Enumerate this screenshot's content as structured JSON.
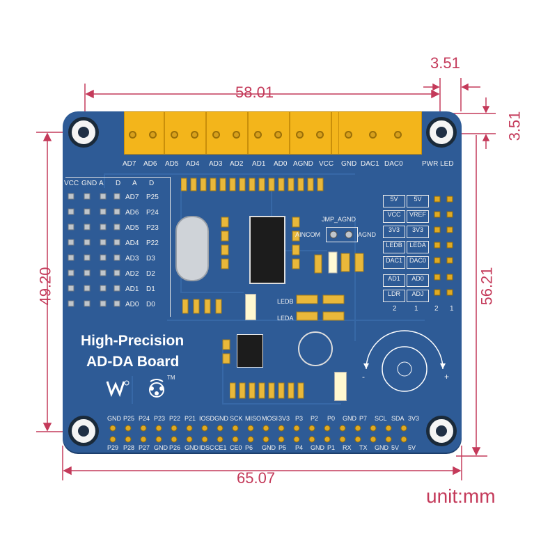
{
  "dimensions": {
    "top_width": "58.01",
    "corner_offset_x": "3.51",
    "corner_offset_y": "3.51",
    "left_height": "49.20",
    "right_height": "56.21",
    "bottom_width": "65.07",
    "unit": "unit:mm"
  },
  "board": {
    "title_line1": "High-Precision",
    "title_line2": "AD-DA Board",
    "top_labels": [
      "AD7",
      "AD6",
      "AD5",
      "AD4",
      "AD3",
      "AD2",
      "AD1",
      "AD0",
      "AGND",
      "VCC",
      "GND",
      "DAC1",
      "DAC0"
    ],
    "pwr_led": "PWR LED",
    "left_header": [
      "VCC",
      "GND",
      "A",
      "D",
      "A",
      "D"
    ],
    "left_rows": [
      [
        "AD7",
        "P25"
      ],
      [
        "AD6",
        "P24"
      ],
      [
        "AD5",
        "P23"
      ],
      [
        "AD4",
        "P22"
      ],
      [
        "AD3",
        "D3"
      ],
      [
        "AD2",
        "D2"
      ],
      [
        "AD1",
        "D1"
      ],
      [
        "AD0",
        "D0"
      ]
    ],
    "jmp_label": "JMP_AGND",
    "aincom": "AINCOM",
    "agnd": "AGND",
    "right_boxes": [
      [
        "5V",
        "5V"
      ],
      [
        "VCC",
        "VREF"
      ],
      [
        "3V3",
        "3V3"
      ],
      [
        "LEDB",
        "LEDA"
      ],
      [
        "DAC1",
        "DAC0"
      ],
      [
        "AD1",
        "AD0"
      ],
      [
        "LDR",
        "ADJ"
      ]
    ],
    "right_nums": [
      "2",
      "1",
      "2",
      "1"
    ],
    "ledb": "LEDB",
    "leda": "LEDA",
    "pot_minus": "-",
    "pot_plus": "+",
    "tm": "TM",
    "bottom_row1": [
      "GND",
      "P25",
      "P24",
      "P23",
      "P22",
      "P21",
      "IOSD",
      "GND",
      "SCK",
      "MISO",
      "MOSI",
      "3V3",
      "P3",
      "P2",
      "P0",
      "GND",
      "P7",
      "SCL",
      "SDA",
      "3V3"
    ],
    "bottom_row2": [
      "P29",
      "P28",
      "P27",
      "GND",
      "P26",
      "GND",
      "IDSC",
      "CE1",
      "CE0",
      "P6",
      "GND",
      "P5",
      "P4",
      "GND",
      "P1",
      "RX",
      "TX",
      "GND",
      "5V",
      "5V"
    ]
  }
}
